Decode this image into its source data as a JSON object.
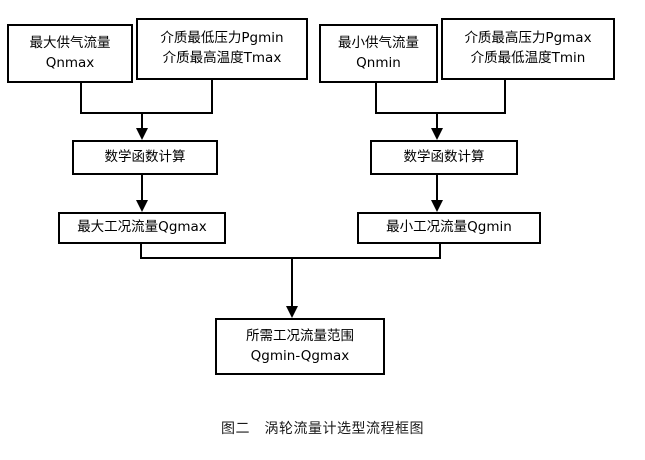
{
  "diagram": {
    "title": "涡轮流量计选型流程框图",
    "caption": "图二　涡轮流量计选型流程框图",
    "colors": {
      "background": "#ffffff",
      "stroke": "#000000",
      "text": "#000000"
    },
    "nodes": {
      "qnmax": {
        "line1": "最大供气流量",
        "line2": "Qnmax"
      },
      "pgmin": {
        "line1": "介质最低压力Pgmin",
        "line2": "介质最高温度Tmax"
      },
      "qnmin": {
        "line1": "最小供气流量",
        "line2": "Qnmin"
      },
      "pgmax": {
        "line1": "介质最高压力Pgmax",
        "line2": "介质最低温度Tmin"
      },
      "calc_left": {
        "line1": "数学函数计算"
      },
      "calc_right": {
        "line1": "数学函数计算"
      },
      "qgmax": {
        "line1": "最大工况流量Qgmax"
      },
      "qgmin": {
        "line1": "最小工况流量Qgmin"
      },
      "range": {
        "line1": "所需工况流量范围",
        "line2": "Qgmin-Qgmax"
      }
    }
  }
}
